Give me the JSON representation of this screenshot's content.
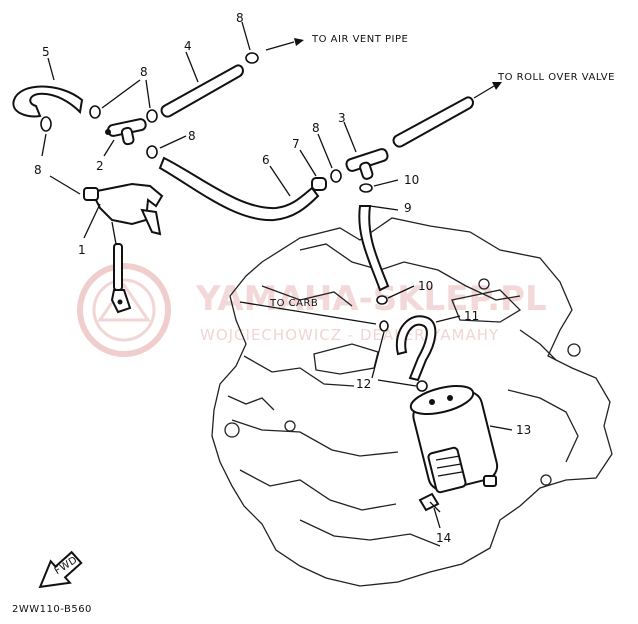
{
  "labels": {
    "air_vent": "TO AIR VENT PIPE",
    "roll_over": "TO ROLL OVER VALVE",
    "to_carb": "TO CARB",
    "part_code": "2WW110-B560",
    "fwd": "FWD"
  },
  "callouts": {
    "n1": "1",
    "n2": "2",
    "n3": "3",
    "n4": "4",
    "n5": "5",
    "n6": "6",
    "n7": "7",
    "n8a": "8",
    "n8b": "8",
    "n8c": "8",
    "n8d": "8",
    "n8e": "8",
    "n9": "9",
    "n10a": "10",
    "n10b": "10",
    "n11": "11",
    "n12": "12",
    "n13": "13",
    "n14": "14"
  },
  "watermark": {
    "main": "YAMAHA-SKLEP.PL",
    "sub": "WOJCIECHOWICZ - DEALER YAMAHY"
  },
  "colors": {
    "ink": "#111111",
    "watermark": "#e9b9b9"
  }
}
